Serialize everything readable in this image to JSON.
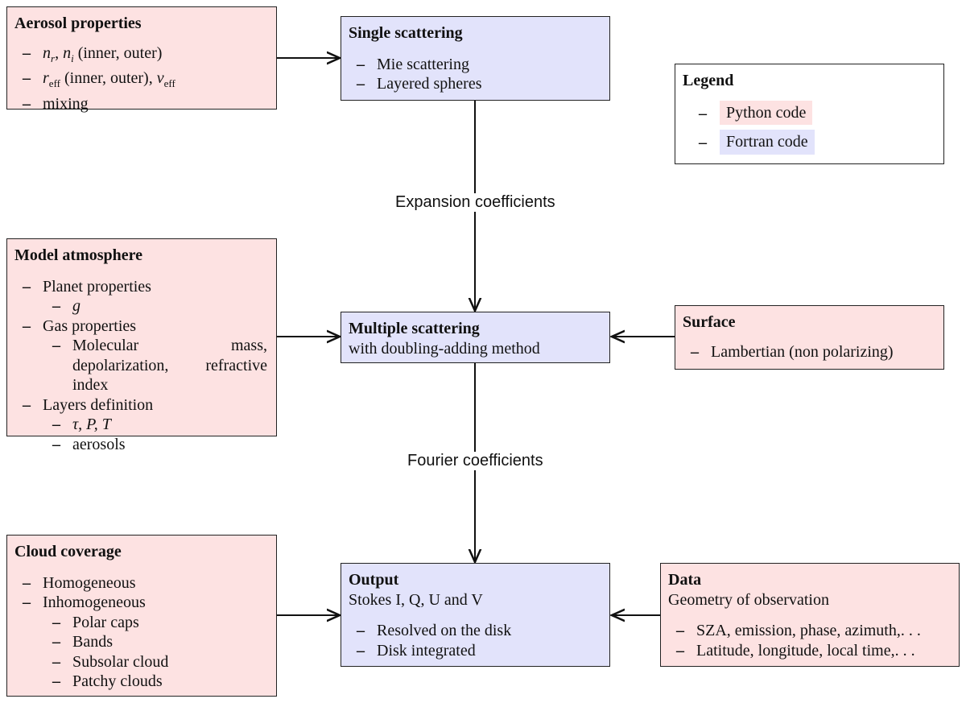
{
  "colors": {
    "python": "#fde2e2",
    "fortran": "#e2e3fb",
    "border": "#222222"
  },
  "aerosol": {
    "title": "Aerosol properties",
    "items": [
      "n_r, n_i (inner, outer)",
      "r_eff (inner, outer), ν_eff",
      "mixing"
    ]
  },
  "single": {
    "title": "Single scattering",
    "items": [
      "Mie scattering",
      "Layered spheres"
    ]
  },
  "legend": {
    "title": "Legend",
    "python": "Python code",
    "fortran": "Fortran code"
  },
  "edges": {
    "expansion": "Expansion coefficients",
    "fourier": "Fourier coefficients"
  },
  "model": {
    "title": "Model atmosphere",
    "planet": "Planet properties",
    "g": "g",
    "gas": "Gas properties",
    "gas_sub": "Molecular mass, depolarization, refractive index",
    "layers": "Layers definition",
    "tpt": "τ, P, T",
    "aerosols": "aerosols"
  },
  "multiple": {
    "title": "Multiple scattering",
    "subtitle": "with doubling-adding method"
  },
  "surface": {
    "title": "Surface",
    "items": [
      "Lambertian (non polarizing)"
    ]
  },
  "cloud": {
    "title": "Cloud coverage",
    "homogeneous": "Homogeneous",
    "inhomogeneous": "Inhomogeneous",
    "sub": [
      "Polar caps",
      "Bands",
      "Subsolar cloud",
      "Patchy clouds"
    ]
  },
  "output": {
    "title": "Output",
    "subtitle": "Stokes I, Q, U and V",
    "items": [
      "Resolved on the disk",
      "Disk integrated"
    ]
  },
  "data": {
    "title": "Data",
    "subtitle": "Geometry of observation",
    "items": [
      "SZA, emission, phase, azimuth,. . .",
      "Latitude, longitude, local time,. . ."
    ]
  }
}
